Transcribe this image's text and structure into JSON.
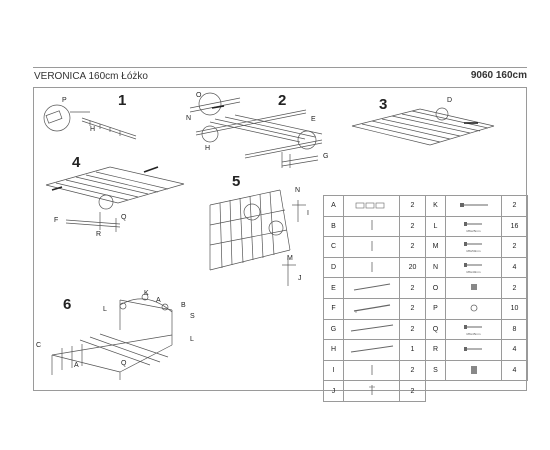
{
  "header": {
    "title": "VERONICA 160cm Łóżko",
    "code": "9060 160cm"
  },
  "steps": [
    {
      "number": "1",
      "labels": [
        "P",
        "H"
      ]
    },
    {
      "number": "2",
      "labels": [
        "O",
        "N",
        "H",
        "E",
        "G"
      ]
    },
    {
      "number": "3",
      "labels": [
        "D"
      ]
    },
    {
      "number": "4",
      "labels": [
        "F",
        "Q",
        "R"
      ]
    },
    {
      "number": "5",
      "labels": [
        "N",
        "I",
        "M",
        "J"
      ]
    },
    {
      "number": "6",
      "labels": [
        "K",
        "A",
        "B",
        "L",
        "S",
        "C",
        "L",
        "A",
        "Q"
      ]
    }
  ],
  "parts_table": {
    "rows": [
      {
        "left": {
          "letter": "A",
          "qty": "2",
          "icon": "headboard-piece-icon"
        },
        "right": {
          "letter": "K",
          "qty": "2",
          "icon": "bolt-icon",
          "caption": ""
        }
      },
      {
        "left": {
          "letter": "B",
          "qty": "2",
          "icon": "thin-rod-icon"
        },
        "right": {
          "letter": "L",
          "qty": "16",
          "icon": "screw-icon",
          "caption": "M6x25mm"
        }
      },
      {
        "left": {
          "letter": "C",
          "qty": "2",
          "icon": "thin-rod-icon"
        },
        "right": {
          "letter": "M",
          "qty": "2",
          "icon": "screw-icon",
          "caption": "M6x50mm"
        }
      },
      {
        "left": {
          "letter": "D",
          "qty": "20",
          "icon": "short-rod-icon"
        },
        "right": {
          "letter": "N",
          "qty": "4",
          "icon": "screw-icon",
          "caption": "M6x40mm"
        }
      },
      {
        "left": {
          "letter": "E",
          "qty": "2",
          "icon": "slat-bar-icon"
        },
        "right": {
          "letter": "O",
          "qty": "2",
          "icon": "nut-icon",
          "caption": ""
        }
      },
      {
        "left": {
          "letter": "F",
          "qty": "2",
          "icon": "rail-icon"
        },
        "right": {
          "letter": "P",
          "qty": "10",
          "icon": "washer-icon",
          "caption": ""
        }
      },
      {
        "left": {
          "letter": "G",
          "qty": "2",
          "icon": "long-rail-icon"
        },
        "right": {
          "letter": "Q",
          "qty": "8",
          "icon": "screw-icon",
          "caption": "M6x45mm"
        }
      },
      {
        "left": {
          "letter": "H",
          "qty": "1",
          "icon": "long-rail-icon"
        },
        "right": {
          "letter": "R",
          "qty": "4",
          "icon": "screw-icon",
          "caption": ""
        }
      },
      {
        "left": {
          "letter": "I",
          "qty": "2",
          "icon": "short-rod-icon"
        },
        "right": {
          "letter": "S",
          "qty": "4",
          "icon": "cap-icon",
          "caption": ""
        }
      },
      {
        "left": {
          "letter": "J",
          "qty": "2",
          "icon": "leg-icon"
        },
        "right": null
      }
    ]
  }
}
